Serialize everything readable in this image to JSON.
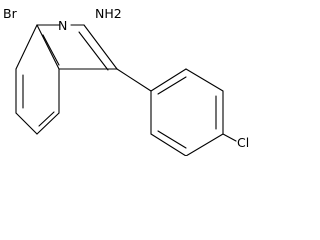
{
  "molecule": {
    "atoms": {
      "bromine": "Br",
      "ring_nitrogen": "N",
      "amine_group": "NH2",
      "chlorine": "Cl"
    },
    "colors": {
      "bond": "#000000",
      "label": "#000000",
      "background": "#ffffff"
    }
  }
}
